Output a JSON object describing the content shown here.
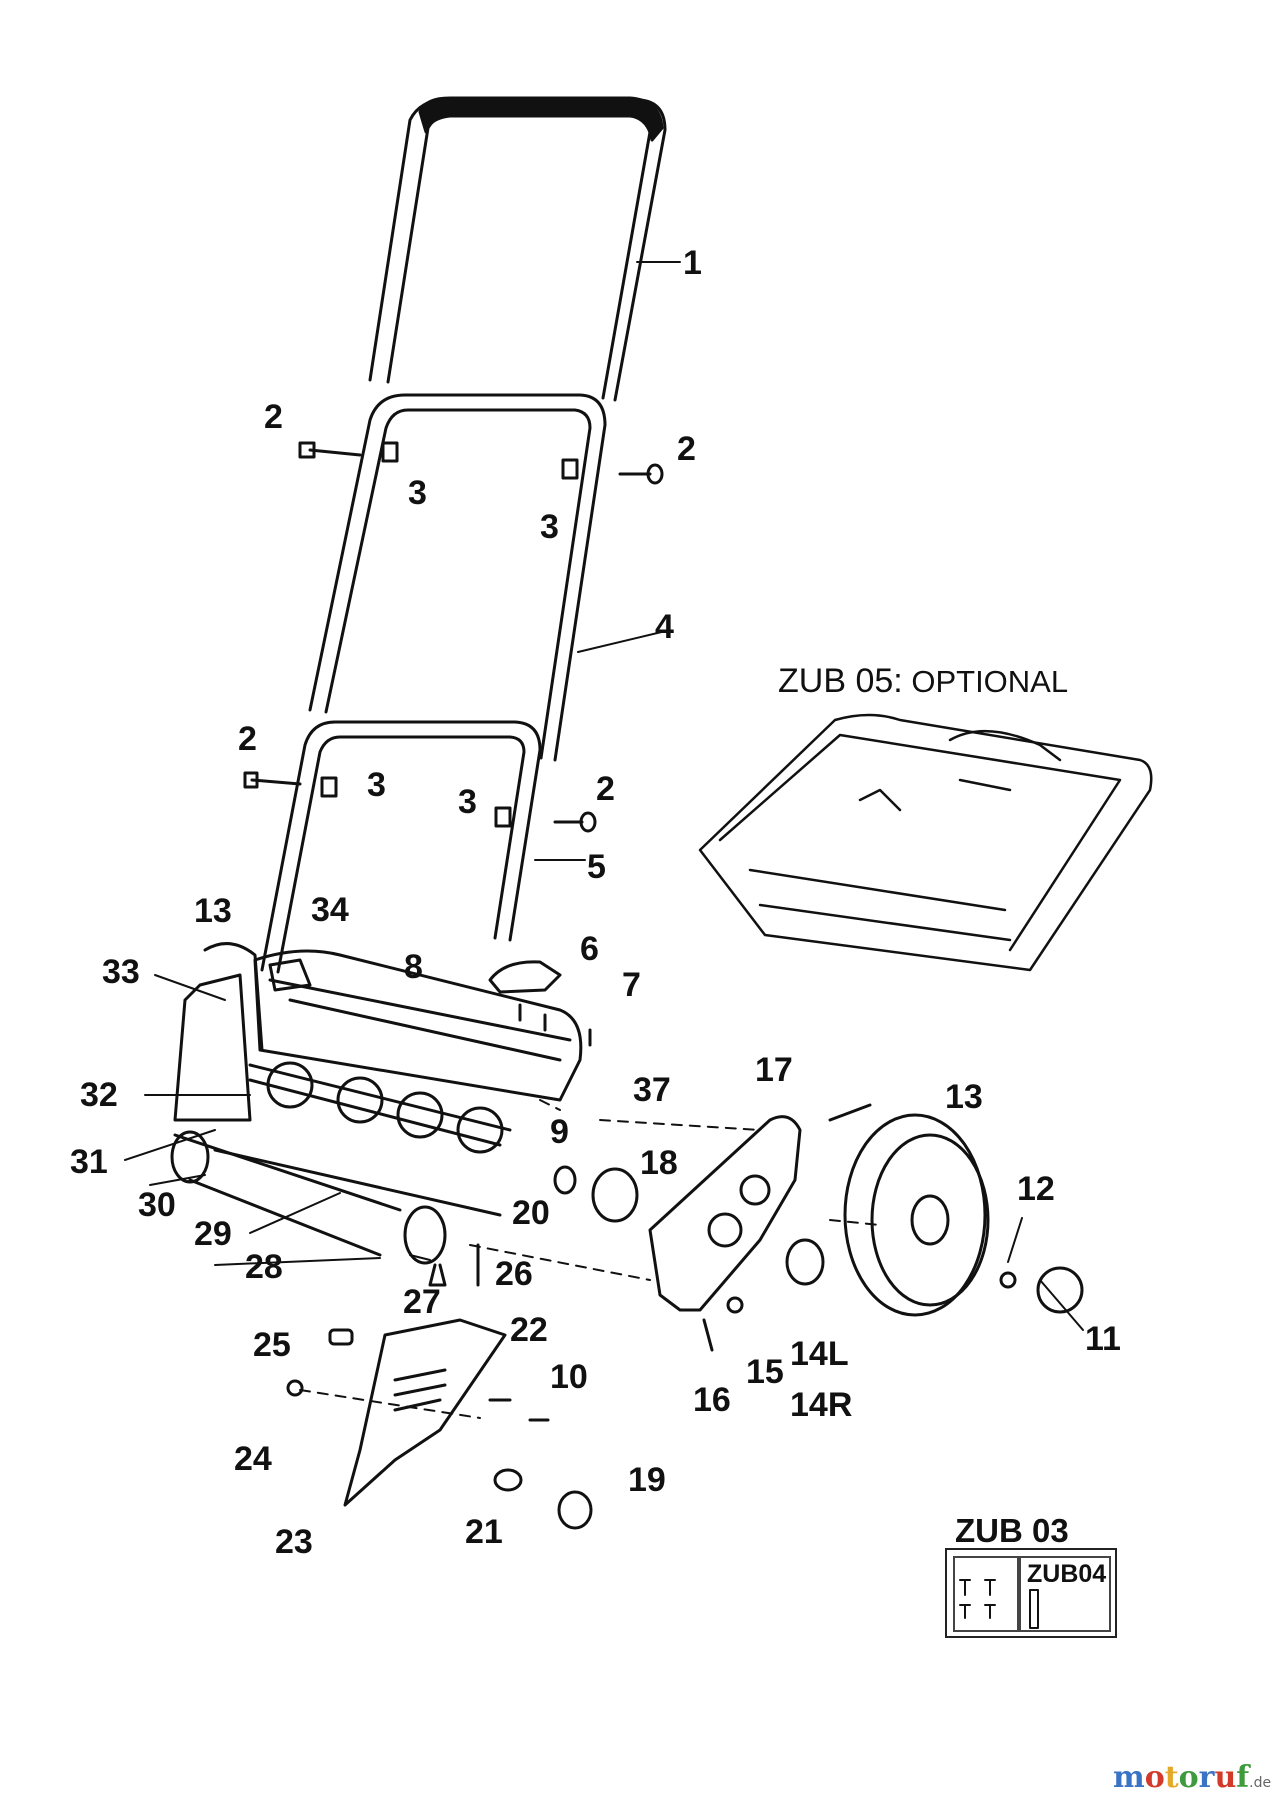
{
  "labels": {
    "l1": "1",
    "l2a": "2",
    "l2b": "2",
    "l2c": "2",
    "l2d": "2",
    "l3a": "3",
    "l3b": "3",
    "l3c": "3",
    "l3d": "3",
    "l4": "4",
    "l5": "5",
    "l6": "6",
    "l7": "7",
    "l8": "8",
    "l9": "9",
    "l10": "10",
    "l11": "11",
    "l12": "12",
    "l13a": "13",
    "l13b": "13",
    "l14l": "14L",
    "l14r": "14R",
    "l15": "15",
    "l16": "16",
    "l17": "17",
    "l18": "18",
    "l19": "19",
    "l20": "20",
    "l21": "21",
    "l22": "22",
    "l23": "23",
    "l24": "24",
    "l25": "25",
    "l26": "26",
    "l27": "27",
    "l28": "28",
    "l29": "29",
    "l30": "30",
    "l31": "31",
    "l32": "32",
    "l33": "33",
    "l34": "34",
    "l37": "37"
  },
  "optional": {
    "code": "ZUB 05:",
    "text": "OPTIONAL"
  },
  "accessories": {
    "zub03": "ZUB 03",
    "zub04": "ZUB04"
  },
  "brand": {
    "main": "motoruf",
    "tld": ".de"
  }
}
